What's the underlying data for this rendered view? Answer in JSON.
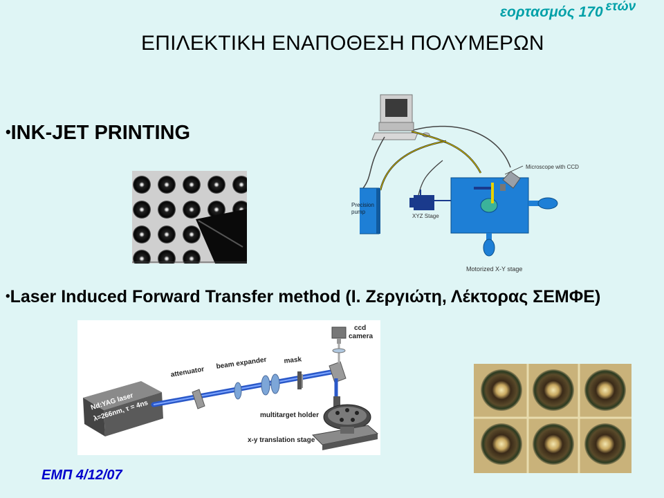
{
  "slide": {
    "anniversary": {
      "text": "εορτασμός 170",
      "superscript": "ετών"
    },
    "title": "ΕΠΙΛΕΚΤΙΚΗ ΕΝΑΠΟΘΕΣΗ ΠΟΛΥΜΕΡΩΝ",
    "bullets": [
      {
        "marker": "•",
        "text": "INK-JET PRINTING"
      },
      {
        "marker": "•",
        "text": "Laser Induced Forward Transfer method (I. Ζεργιώτη, Λέκτορας ΣΕΜΦΕ)"
      }
    ],
    "footer": "ΕΜΠ 4/12/07"
  },
  "setup_diagram": {
    "microscope": "Microscope with CCD",
    "pump_line1": "Precision",
    "pump_line2": "pump",
    "xyz_stage": "XYZ Stage",
    "motorized_stage": "Motorized X-Y stage"
  },
  "lift_diagram": {
    "laser_line1": "Nd:YAG laser",
    "laser_line2": "λ=266nm, τ = 4ns",
    "attenuator": "attenuator",
    "beam_expander": "beam expander",
    "mask": "mask",
    "ccd_line1": "ccd",
    "ccd_line2": "camera",
    "multitarget": "multitarget holder",
    "xy_stage": "x-y translation stage"
  },
  "colors": {
    "background": "#dff5f5",
    "anniversary": "#00a0a8",
    "footer": "#0000cc",
    "stage_blue": "#1e7fd6"
  }
}
